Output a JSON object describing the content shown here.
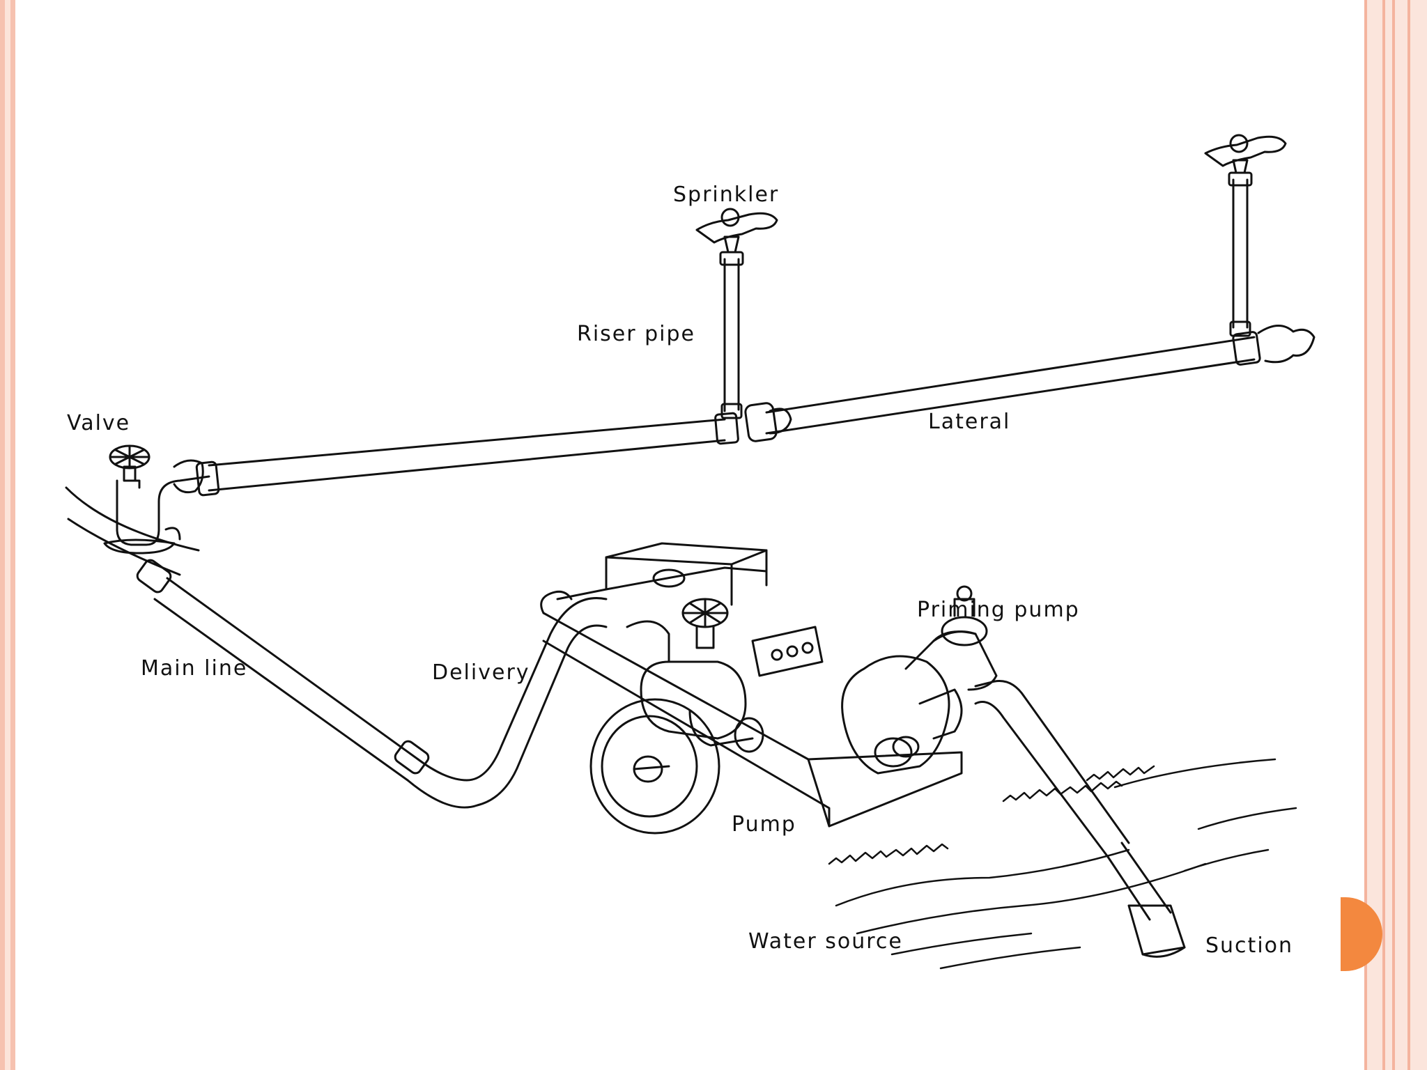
{
  "labels": {
    "sprinkler": "Sprinkler",
    "riser_pipe": "Riser pipe",
    "valve": "Valve",
    "lateral": "Lateral",
    "priming_pump": "Priming pump",
    "main_line": "Main line",
    "delivery": "Delivery",
    "pump": "Pump",
    "water_source": "Water source",
    "suction": "Suction"
  },
  "colors": {
    "border": "#f6c2b0",
    "accent": "#f3883f",
    "line": "#111111"
  }
}
